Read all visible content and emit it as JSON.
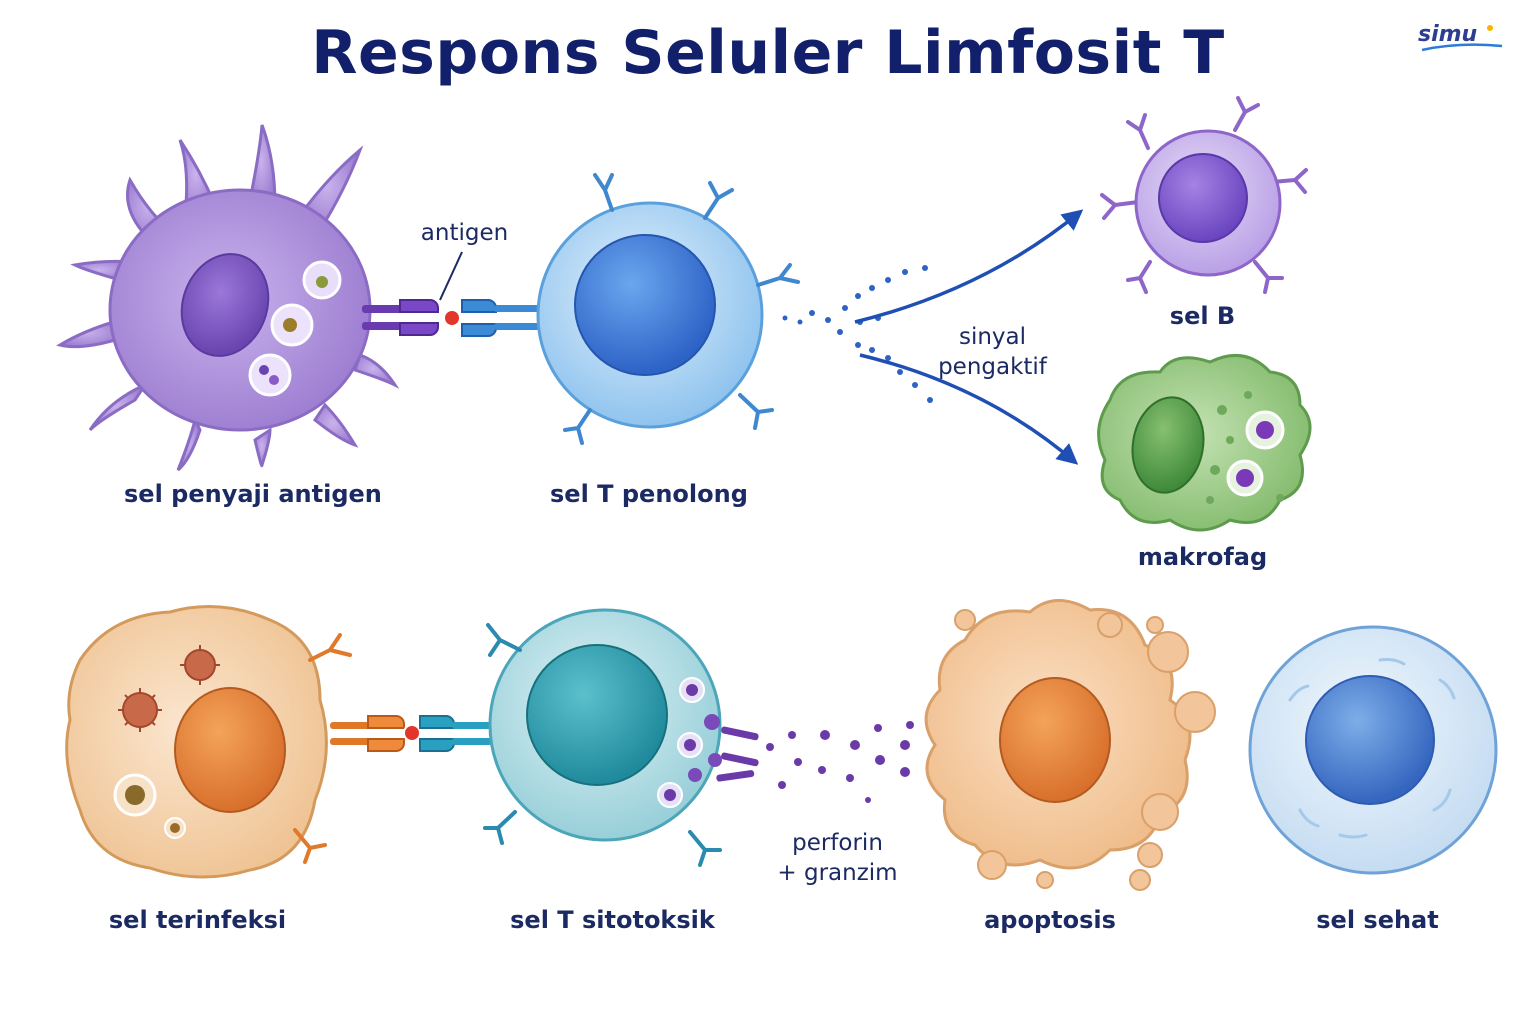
{
  "title": "Respons Seluler Limfosit T",
  "logo": {
    "text": "simu"
  },
  "labels": {
    "apc": "sel penyaji antigen",
    "antigen": "antigen",
    "helper_t": "sel T penolong",
    "signal_line1": "sinyal",
    "signal_line2": "pengaktif",
    "b_cell": "sel B",
    "macrophage": "makrofag",
    "infected": "sel terinfeksi",
    "cytotoxic_t": "sel T sitotoksik",
    "perforin_line1": "perforin",
    "perforin_line2": "+ granzim",
    "apoptosis": "apoptosis",
    "healthy": "sel sehat"
  },
  "colors": {
    "title": "#12206b",
    "label": "#1b2a63",
    "apc": "#a98ad6",
    "helper_t": "#8fc3ee",
    "b_cell": "#b9a0e6",
    "macrophage": "#8fc27a",
    "infected": "#f3cfa6",
    "cytotoxic_t": "#9fd3dc",
    "apoptosis": "#f2c08f",
    "healthy": "#cfe3f6",
    "arrow": "#1f4fb4",
    "granules": "#6a3aa8"
  }
}
